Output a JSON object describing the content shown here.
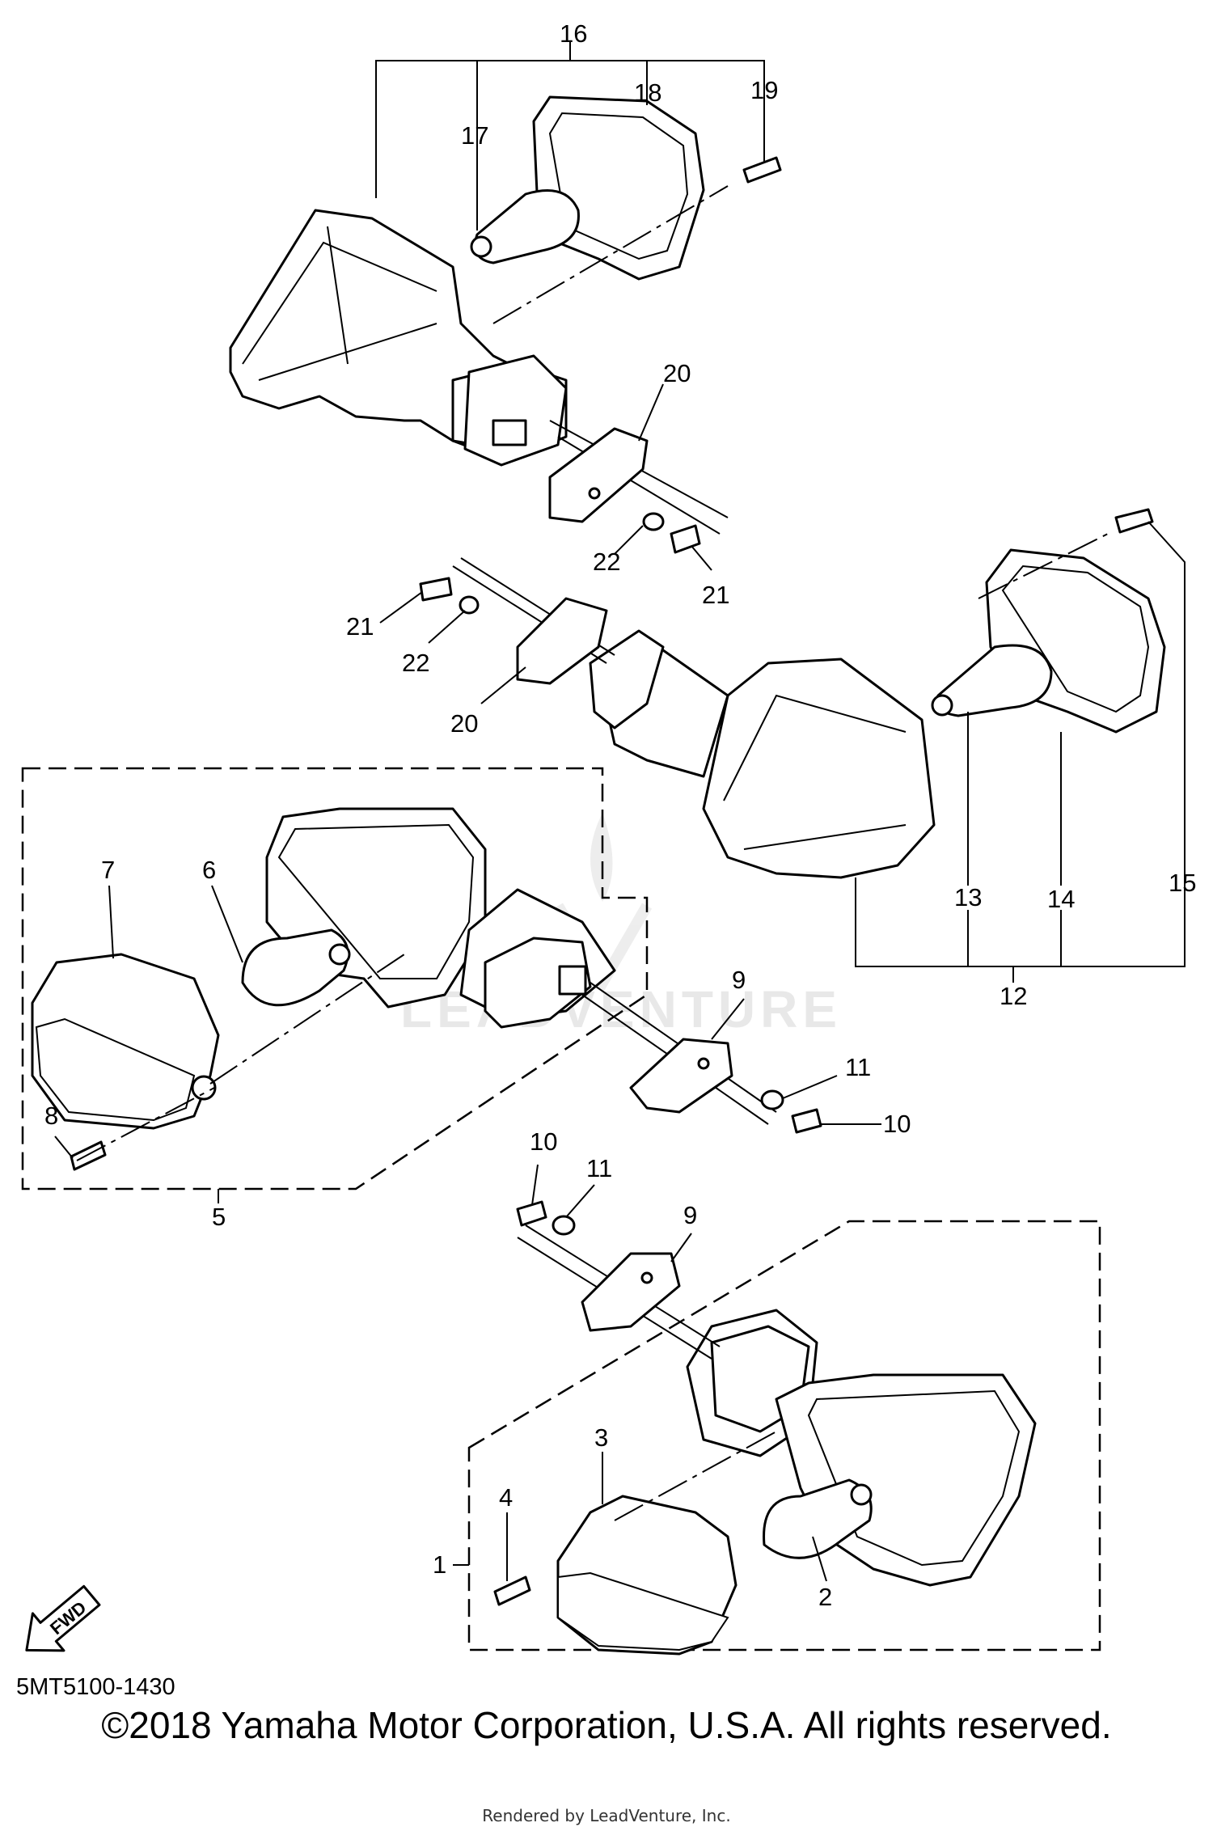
{
  "diagram": {
    "code": "5MT5100-1430",
    "fwd_label": "FWD",
    "callouts": [
      "1",
      "2",
      "3",
      "4",
      "5",
      "6",
      "7",
      "8",
      "9",
      "10",
      "11",
      "12",
      "13",
      "14",
      "15",
      "16",
      "17",
      "18",
      "19",
      "20",
      "21",
      "22"
    ],
    "callouts_repeat": {
      "9b": "9",
      "10b": "10",
      "11b": "11",
      "20b": "20",
      "21b": "21",
      "22b": "22"
    },
    "watermark": "LEADVENTURE"
  },
  "footer": {
    "copyright": "©2018 Yamaha Motor Corporation, U.S.A. All rights reserved.",
    "rendered_by": "Rendered by LeadVenture, Inc."
  }
}
